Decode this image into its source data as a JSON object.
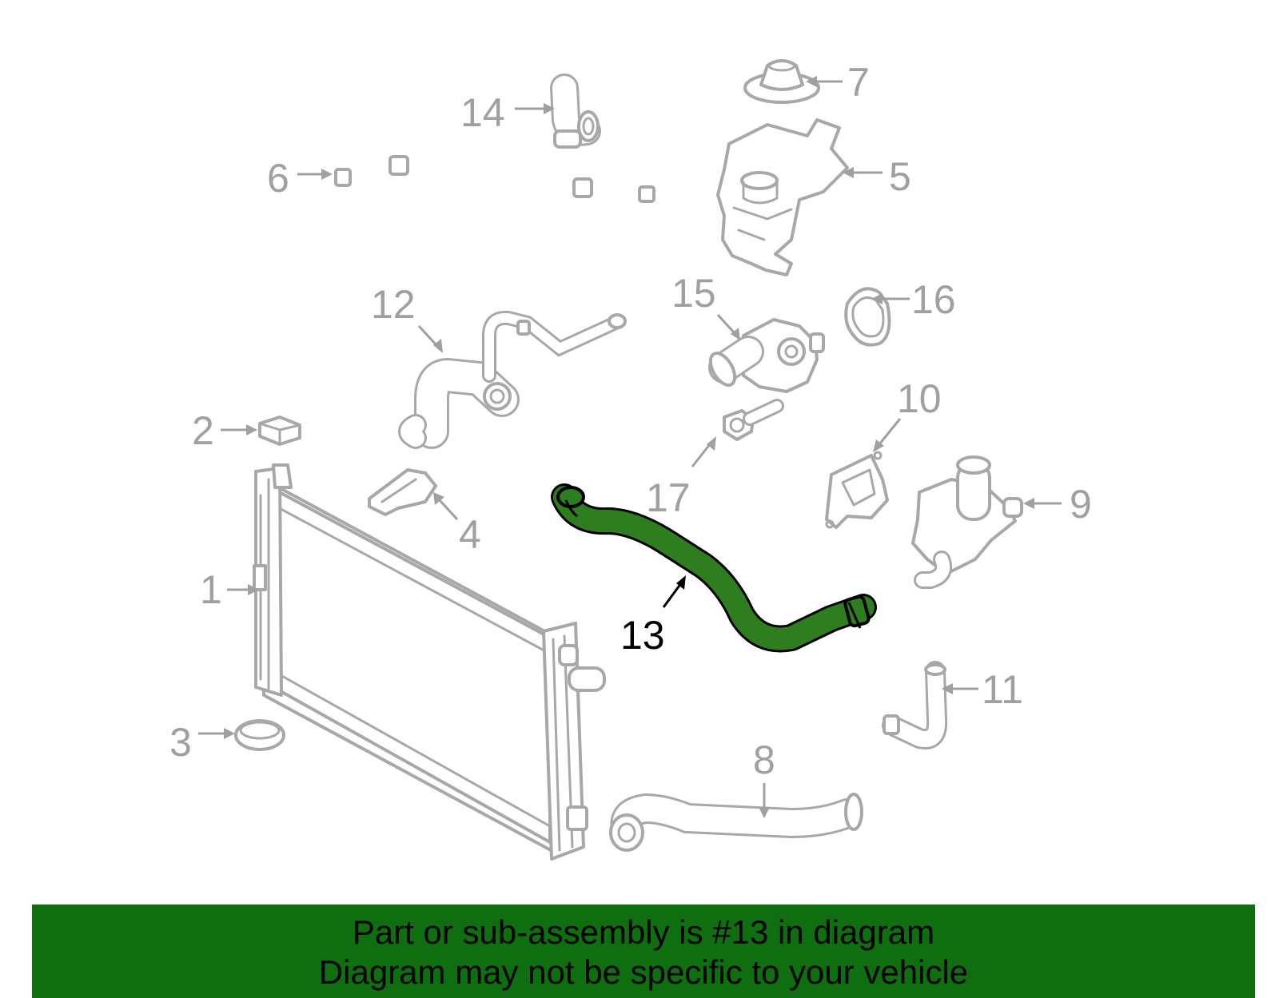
{
  "diagram": {
    "highlight_color": "#2e7d1f",
    "callouts": [
      {
        "id": "1",
        "label": "1"
      },
      {
        "id": "2",
        "label": "2"
      },
      {
        "id": "3",
        "label": "3"
      },
      {
        "id": "4",
        "label": "4"
      },
      {
        "id": "5",
        "label": "5"
      },
      {
        "id": "6",
        "label": "6"
      },
      {
        "id": "7",
        "label": "7"
      },
      {
        "id": "8",
        "label": "8"
      },
      {
        "id": "9",
        "label": "9"
      },
      {
        "id": "10",
        "label": "10"
      },
      {
        "id": "11",
        "label": "11"
      },
      {
        "id": "12",
        "label": "12"
      },
      {
        "id": "13",
        "label": "13"
      },
      {
        "id": "14",
        "label": "14"
      },
      {
        "id": "15",
        "label": "15"
      },
      {
        "id": "16",
        "label": "16"
      },
      {
        "id": "17",
        "label": "17"
      }
    ]
  },
  "banner": {
    "background": "#0f6e0f",
    "line1": "Part or sub-assembly is #13 in diagram",
    "line2": "Diagram may not be specific to your vehicle"
  }
}
